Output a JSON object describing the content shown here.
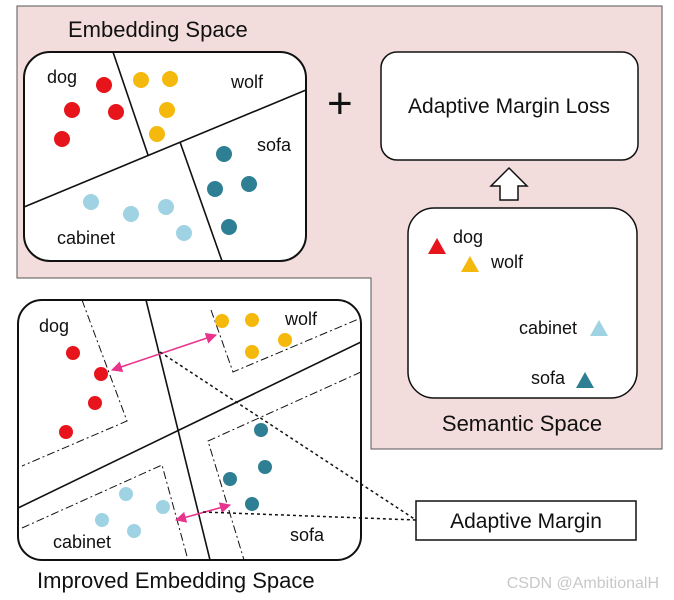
{
  "titles": {
    "embedding_space": "Embedding Space",
    "semantic_space": "Semantic Space",
    "improved_embedding_space": "Improved Embedding Space"
  },
  "loss_box_label": "Adaptive Margin Loss",
  "plus_sign": "+",
  "margin_label": "Adaptive Margin",
  "class_labels": {
    "dog": "dog",
    "wolf": "wolf",
    "sofa": "sofa",
    "cabinet": "cabinet"
  },
  "watermark": "CSDN @AmbitionalH",
  "colors": {
    "panel_bg": "#f2dcdc",
    "dog": "#e8141c",
    "wolf": "#f5b80c",
    "sofa": "#2e7f93",
    "cabinet": "#9fd2e2",
    "margin_arrow": "#e8348c"
  }
}
